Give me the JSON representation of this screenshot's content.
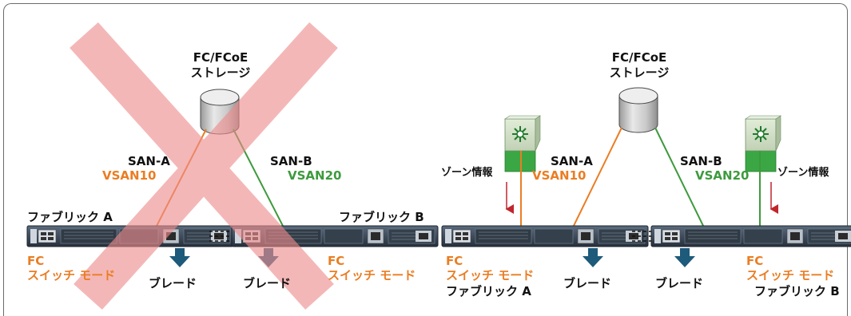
{
  "left": {
    "storage_line1": "FC/FCoE",
    "storage_line2": "ストレージ",
    "san_a": "SAN-A",
    "vsan10": "VSAN10",
    "san_b": "SAN-B",
    "vsan20": "VSAN20",
    "fabric_a": "ファブリック A",
    "fabric_b": "ファブリック B",
    "mode_a_line1": "FC",
    "mode_a_line2": "スイッチ モード",
    "mode_b_line1": "FC",
    "mode_b_line2": "スイッチ モード",
    "blade_a": "ブレード",
    "blade_b": "ブレード"
  },
  "right": {
    "storage_line1": "FC/FCoE",
    "storage_line2": "ストレージ",
    "san_a": "SAN-A",
    "vsan10": "VSAN10",
    "san_b": "SAN-B",
    "vsan20": "VSAN20",
    "zone_a": "ゾーン情報",
    "zone_b": "ゾーン情報",
    "mode_a_line1": "FC",
    "mode_a_line2": "スイッチ モード",
    "mode_b_line1": "FC",
    "mode_b_line2": "スイッチ モード",
    "fabric_a": "ファブリック A",
    "fabric_b": "ファブリック B",
    "blade_a": "ブレード",
    "blade_b": "ブレード"
  },
  "colors": {
    "orange": "#ea7d23",
    "green": "#3d9a3d",
    "cross": "#ee8c8c",
    "arrow_blue": "#1e5a7a",
    "zone_arrow": "#c0262d"
  }
}
